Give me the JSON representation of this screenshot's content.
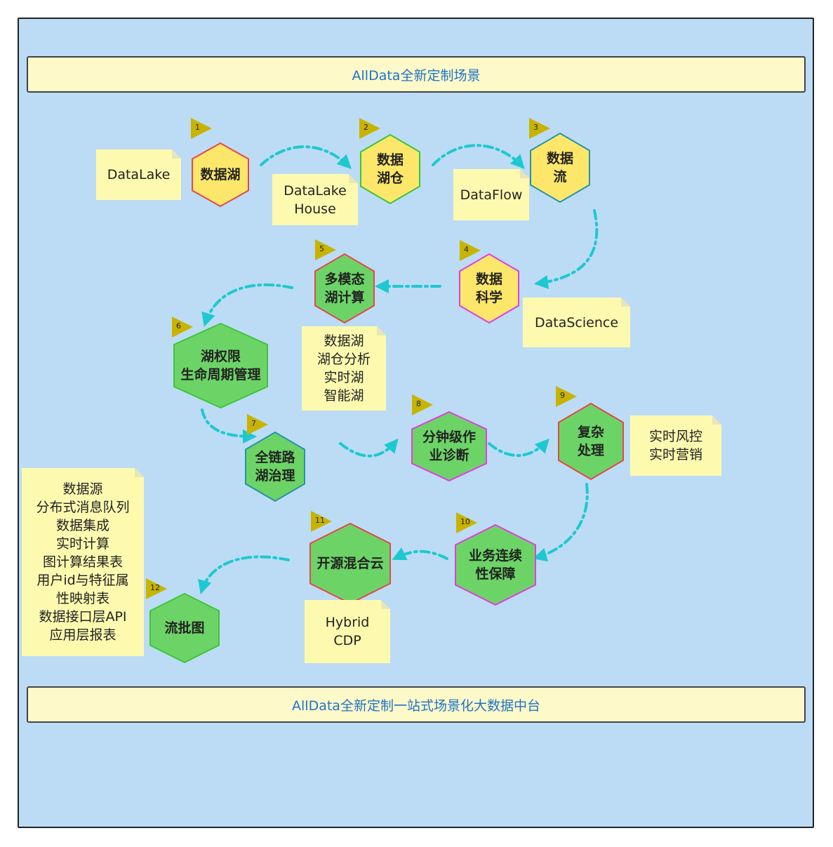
{
  "header": {
    "title": "AllData全新定制场景"
  },
  "footer": {
    "title": "AllData全新定制一站式场景化大数据中台"
  },
  "colors": {
    "canvas": "#bcdcf5",
    "hex_yellow": "#fde76a",
    "hex_green": "#6cd466",
    "border_red": "#e5474a",
    "border_green": "#3fc43a",
    "border_teal": "#2a93a3",
    "border_magenta": "#e23de2",
    "note": "#fdfab0",
    "arrow": "#1ec8d0",
    "flag": "#c8b400"
  },
  "steps": [
    {
      "num": "1",
      "label": "数据湖"
    },
    {
      "num": "2",
      "label": "数据\n湖仓"
    },
    {
      "num": "3",
      "label": "数据\n流"
    },
    {
      "num": "4",
      "label": "数据\n科学"
    },
    {
      "num": "5",
      "label": "多模态\n湖计算"
    },
    {
      "num": "6",
      "label": "湖权限\n生命周期管理"
    },
    {
      "num": "7",
      "label": "全链路\n湖治理"
    },
    {
      "num": "8",
      "label": "分钟级作\n业诊断"
    },
    {
      "num": "9",
      "label": "复杂\n处理"
    },
    {
      "num": "10",
      "label": "业务连续\n性保障"
    },
    {
      "num": "11",
      "label": "开源混合云"
    },
    {
      "num": "12",
      "label": "流批图"
    }
  ],
  "notes": [
    {
      "text": "DataLake"
    },
    {
      "text": "DataLake\nHouse"
    },
    {
      "text": "DataFlow"
    },
    {
      "text": "DataScience"
    },
    {
      "text": "数据湖\n湖仓分析\n实时湖\n智能湖"
    },
    {
      "text": "实时风控\n实时营销"
    },
    {
      "text": "Hybrid\nCDP"
    },
    {
      "text": "数据源\n分布式消息队列\n数据集成\n实时计算\n图计算结果表\n用户id与特征属\n性映射表\n数据接口层API\n应用层报表"
    }
  ]
}
